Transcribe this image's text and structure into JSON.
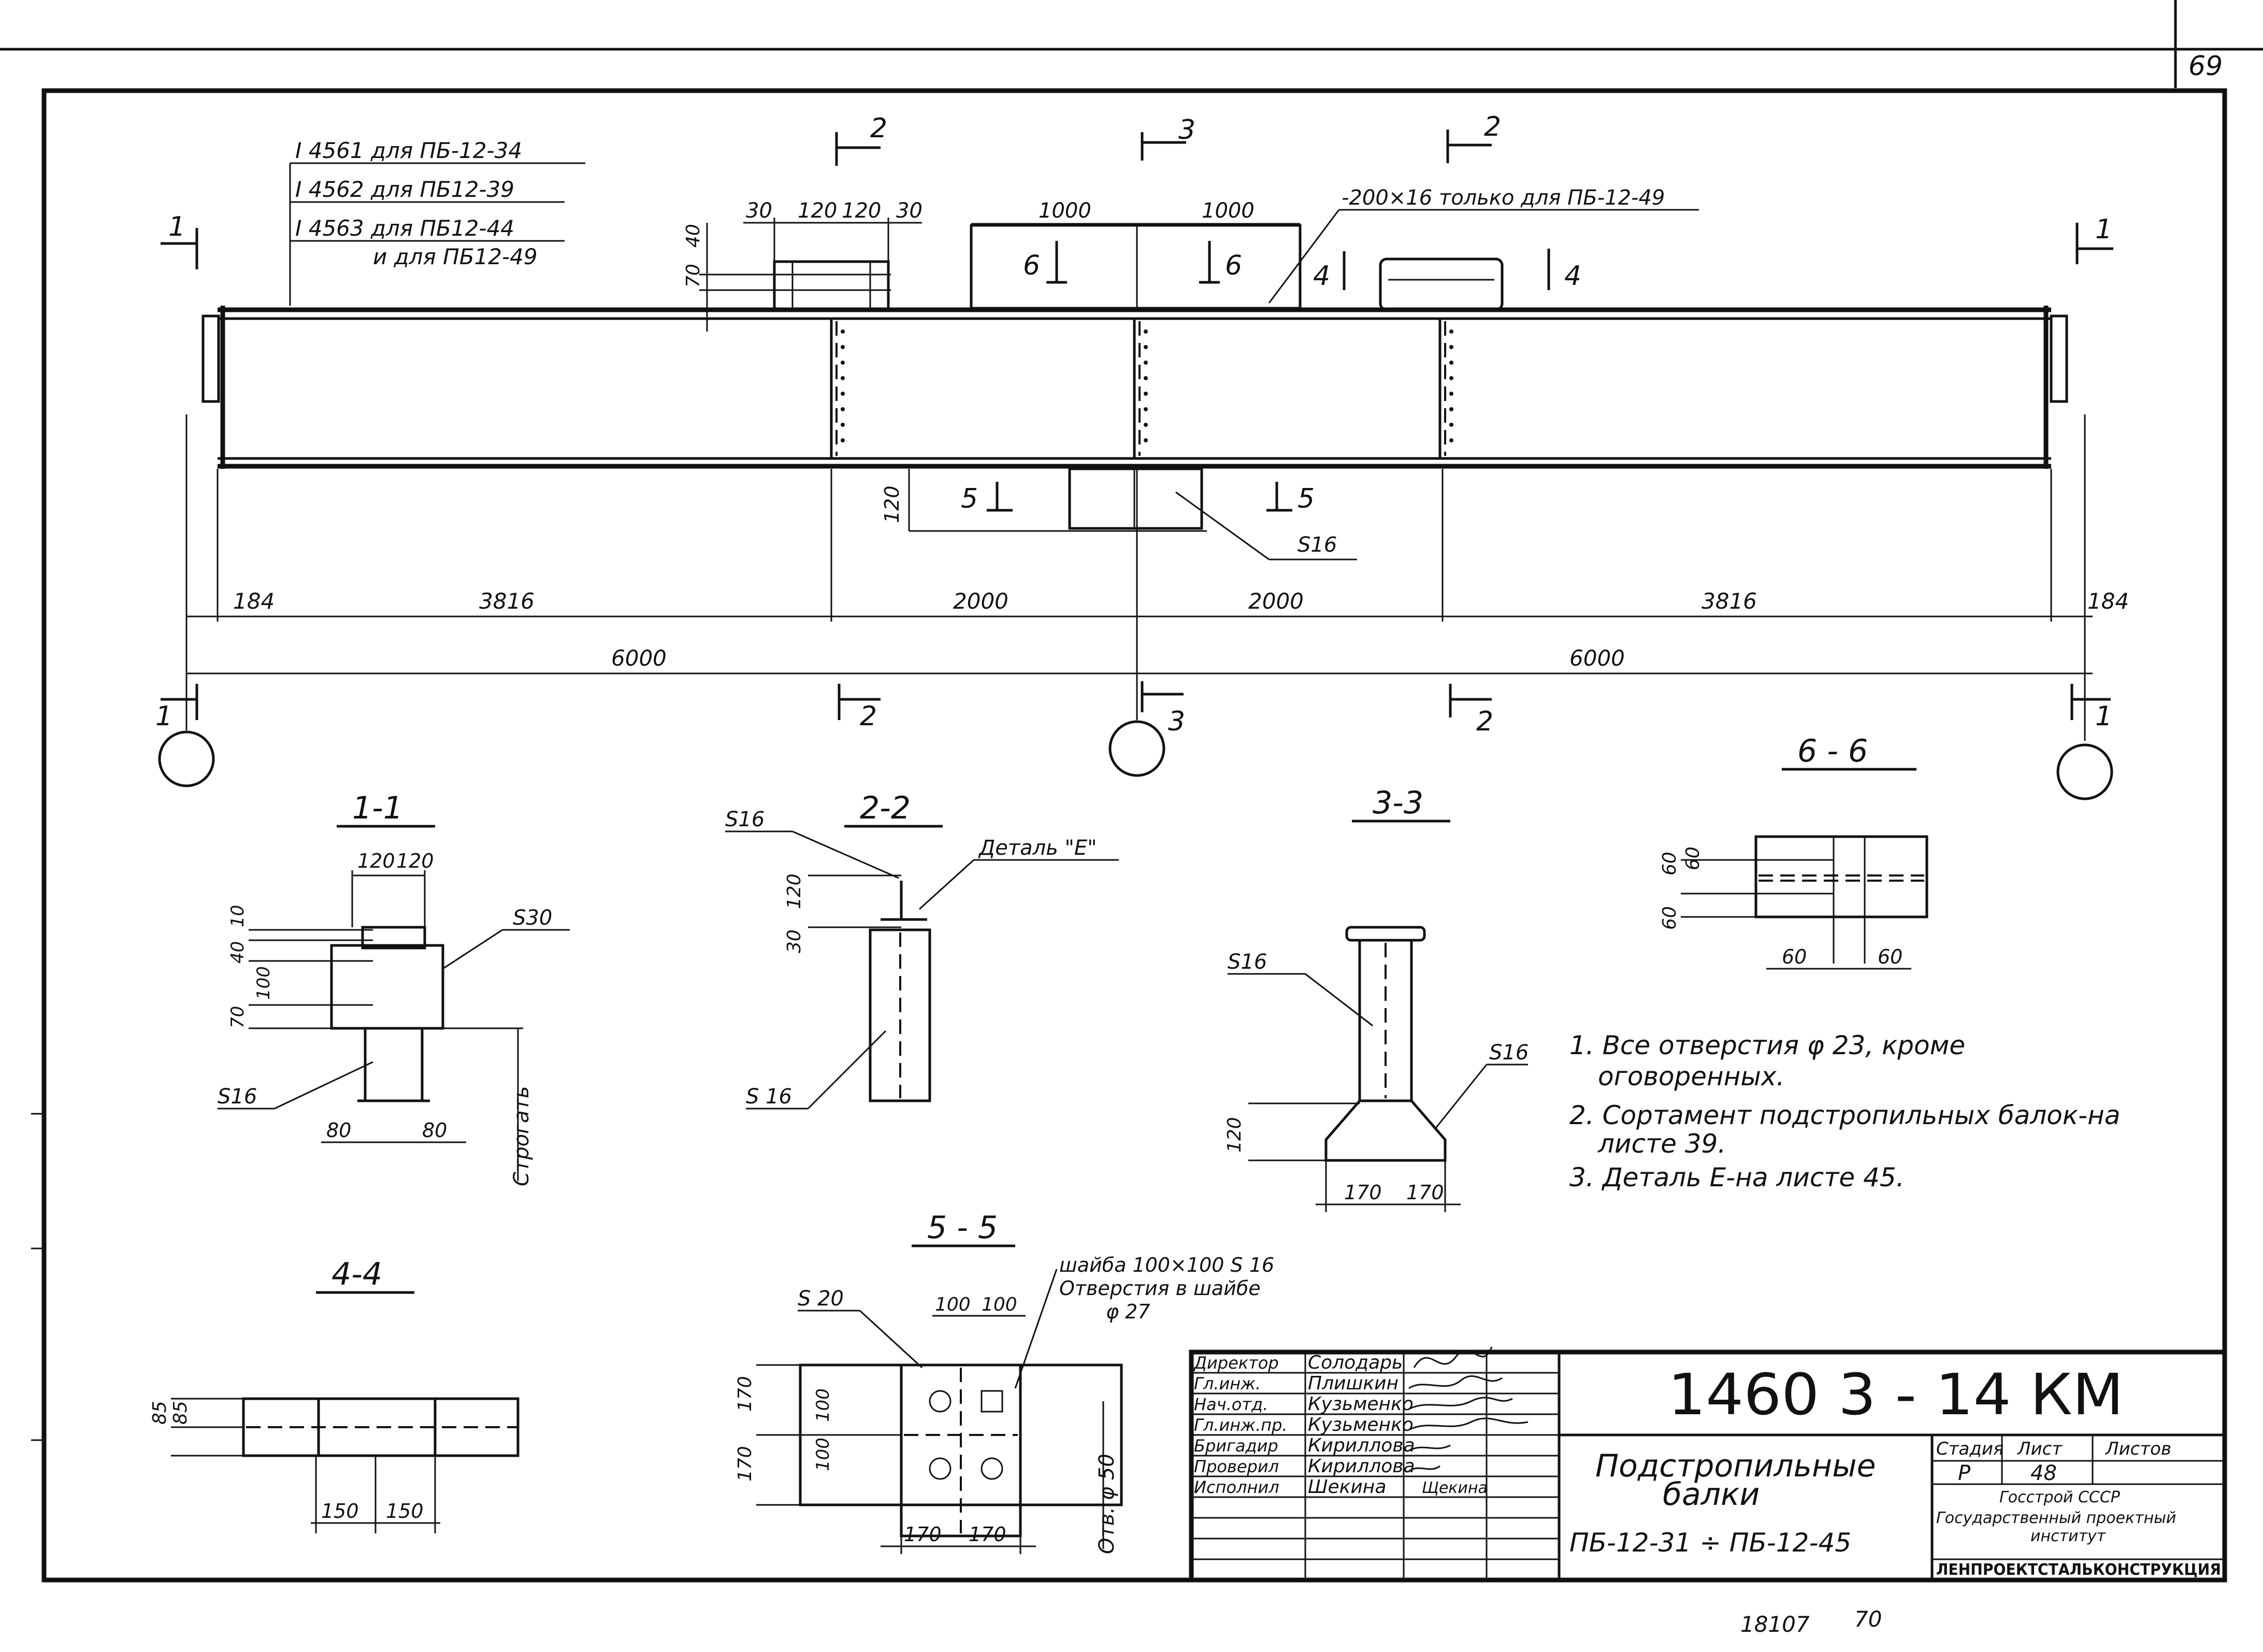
{
  "sheet": {
    "page_number": "69",
    "bottom_numbers": [
      "18107",
      "70"
    ]
  },
  "main_view": {
    "beam_labels": [
      "I 4561  для ПБ-12-34",
      "I 4562  для ПБ12-39",
      "I 4563  для ПБ12-44",
      "и для ПБ12-49"
    ],
    "plate_note": "-200×16 только для ПБ-12-49",
    "top_dims": [
      "30",
      "120",
      "120",
      "30"
    ],
    "mid_dims": [
      "1000",
      "1000"
    ],
    "left_vert_dims": [
      "40",
      "70"
    ],
    "weld_s16": "S16",
    "vert_dim_120": "120",
    "section_marks": {
      "s1": "1",
      "s2": "2",
      "s3": "3",
      "s4": "4",
      "s5": "5",
      "s6": "6"
    },
    "span_dims": [
      "184",
      "3816",
      "2000",
      "2000",
      "3816",
      "184"
    ],
    "total_dims": [
      "6000",
      "6000"
    ]
  },
  "section_1_1": {
    "title": "1-1",
    "dims_top": [
      "120",
      "120"
    ],
    "dims_left": [
      "10",
      "40",
      "100",
      "70"
    ],
    "weld_top": "S30",
    "weld_bottom": "S16",
    "dims_bottom": [
      "80",
      "80"
    ],
    "note": "Строгать"
  },
  "section_2_2": {
    "title": "2-2",
    "weld_top": "S16",
    "detail_label": "Деталь \"Е\"",
    "dims": [
      "120",
      "30"
    ],
    "weld_bottom": "S 16"
  },
  "section_3_3": {
    "title": "3-3",
    "weld_left": "S16",
    "weld_right": "S16",
    "dim_vert": "120",
    "dims_bottom": [
      "170",
      "170"
    ]
  },
  "section_6_6": {
    "title": "6 - 6",
    "dims_left": [
      "60",
      "60",
      "60"
    ],
    "dims_bottom": [
      "60",
      "60"
    ]
  },
  "section_4_4": {
    "title": "4-4",
    "dims_left": [
      "85",
      "85"
    ],
    "dims_bottom": [
      "150",
      "150"
    ]
  },
  "section_5_5": {
    "title": "5 - 5",
    "weld": "S 20",
    "dims_top": [
      "100",
      "100"
    ],
    "washer_note": [
      "шайба 100×100 S 16",
      "Отверстия в шайбе",
      "φ 27"
    ],
    "dims_left": [
      "170",
      "100",
      "100",
      "170"
    ],
    "dims_bottom": [
      "170",
      "170"
    ],
    "hole_note": "Отв. φ 50"
  },
  "notes": [
    "1. Все отверстия φ 23, кроме",
    "оговоренных.",
    "2. Сортамент подстропильных балок-на",
    "листе 39.",
    "3. Деталь Е-на листе 45."
  ],
  "title_block": {
    "roles": [
      "Директор",
      "Гл.инж.",
      "Нач.отд.",
      "Гл.инж.пр.",
      "Бригадир",
      "Проверил",
      "Исполнил"
    ],
    "names": [
      "Солодарь",
      "Плишкин",
      "Кузьменко",
      "Кузьменко",
      "Кириллова",
      "Кириллова",
      "Шекина"
    ],
    "signatures": [
      "",
      "",
      "",
      "",
      "",
      "",
      "Щекина"
    ],
    "code": "1460 3 - 14 КМ",
    "title_line1": "Подстропильные",
    "title_line2": "балки",
    "range": "ПБ-12-31 ÷ ПБ-12-45",
    "col_headers": [
      "Стадия",
      "Лист",
      "Листов"
    ],
    "stage": "Р",
    "sheet_no": "48",
    "sheets_total": "",
    "org_line1": "Госстрой СССР",
    "org_line2": "Государственный проектный",
    "org_line3": "институт",
    "org_line4": "ЛЕНПРОЕКТСТАЛЬКОНСТРУКЦИЯ"
  }
}
